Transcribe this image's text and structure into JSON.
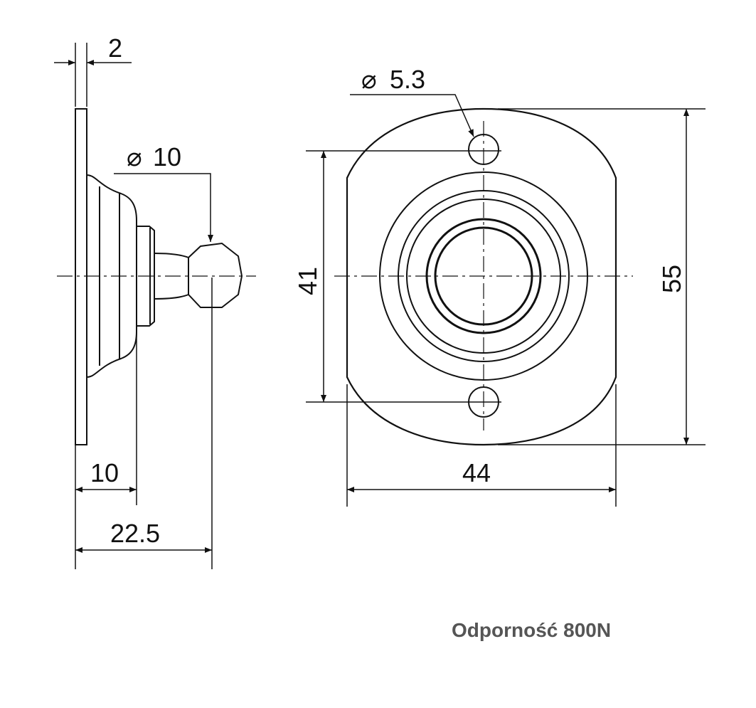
{
  "dimensions": {
    "plate_thickness": "2",
    "ball_diameter": "10",
    "flange_depth": "10",
    "ball_offset": "22.5",
    "hole_diameter": "5.3",
    "hole_spacing": "41",
    "height": "55",
    "width": "44",
    "diameter_symbol": "⌀"
  },
  "note": "Odporność 800N"
}
